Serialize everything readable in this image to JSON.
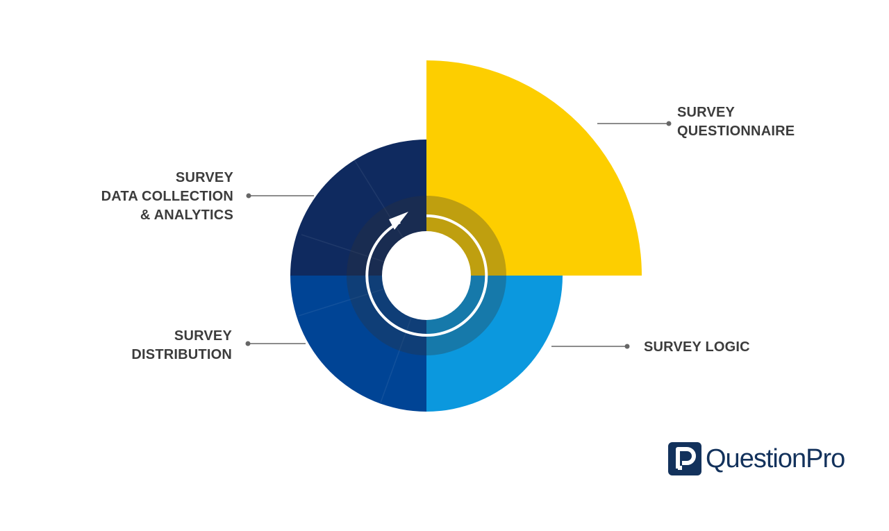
{
  "stages": {
    "questionnaire": {
      "lines": [
        "SURVEY",
        "QUESTIONNAIRE"
      ],
      "color": "#fdce00"
    },
    "logic": {
      "lines": [
        "SURVEY LOGIC"
      ],
      "color": "#0b98de"
    },
    "distribution": {
      "lines": [
        "SURVEY",
        "DISTRIBUTION"
      ],
      "color": "#004495"
    },
    "data_collection": {
      "lines": [
        "SURVEY",
        "DATA COLLECTION",
        "& ANALYTICS"
      ],
      "color": "#0f2a5f"
    }
  },
  "brand": {
    "name": "QuestionPro",
    "mark_color": "#13325c"
  },
  "colors": {
    "text": "#3c3c3c",
    "connector": "#666666",
    "ring_overlay": "#333333",
    "cycle_arrow": "#ffffff"
  },
  "icons": {
    "cycle": "circular-arrow-icon",
    "brand_mark": "p-logo-icon"
  }
}
